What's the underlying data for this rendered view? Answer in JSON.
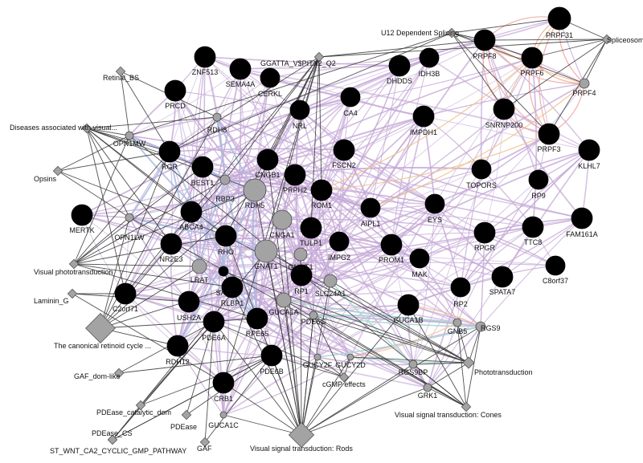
{
  "colors": {
    "background": "#ffffff",
    "query_gene": "#000000",
    "related_gene": "#a3a3a3",
    "function_node": "#a3a3a3",
    "edge_coexpression": "#c4a7d6",
    "edge_pathway": "#a9bde3",
    "edge_genetic": "#f2c28c",
    "edge_physical": "#f0a8a0",
    "edge_shared_domain": "#a8d7d3",
    "edge_annotation": "#333333"
  },
  "genes": [
    {
      "id": "prpf31",
      "label": "PRPF31",
      "kind": "query"
    },
    {
      "id": "prpf8",
      "label": "PRPF8",
      "kind": "query"
    },
    {
      "id": "prpf6",
      "label": "PRPF6",
      "kind": "query"
    },
    {
      "id": "prpf4",
      "label": "PRPF4",
      "kind": "related"
    },
    {
      "id": "snrnp200",
      "label": "SNRNP200",
      "kind": "query"
    },
    {
      "id": "prpf3",
      "label": "PRPF3",
      "kind": "query"
    },
    {
      "id": "klhl7",
      "label": "KLHL7",
      "kind": "query"
    },
    {
      "id": "idh3b",
      "label": "IDH3B",
      "kind": "query"
    },
    {
      "id": "dhdds",
      "label": "DHDDS",
      "kind": "query"
    },
    {
      "id": "znf513",
      "label": "ZNF513",
      "kind": "query"
    },
    {
      "id": "sema4a",
      "label": "SEMA4A",
      "kind": "query"
    },
    {
      "id": "cerkl",
      "label": "CERKL",
      "kind": "query"
    },
    {
      "id": "prcd",
      "label": "PRCD",
      "kind": "query"
    },
    {
      "id": "nrl",
      "label": "NRL",
      "kind": "query"
    },
    {
      "id": "ca4",
      "label": "CA4",
      "kind": "query"
    },
    {
      "id": "impdh1",
      "label": "IMPDH1",
      "kind": "query"
    },
    {
      "id": "topors",
      "label": "TOPORS",
      "kind": "query"
    },
    {
      "id": "rp9",
      "label": "RP9",
      "kind": "query"
    },
    {
      "id": "fam161a",
      "label": "FAM161A",
      "kind": "query"
    },
    {
      "id": "opn1mw",
      "label": "OPN1MW",
      "kind": "related"
    },
    {
      "id": "rdh8",
      "label": "RDH8",
      "kind": "related"
    },
    {
      "id": "rgr",
      "label": "RGR",
      "kind": "query"
    },
    {
      "id": "best1",
      "label": "BEST1",
      "kind": "query"
    },
    {
      "id": "rbp3",
      "label": "RBP3",
      "kind": "related"
    },
    {
      "id": "cngb1",
      "label": "CNGB1",
      "kind": "query"
    },
    {
      "id": "rdh5",
      "label": "RDH5",
      "kind": "related"
    },
    {
      "id": "fscn2",
      "label": "FSCN2",
      "kind": "query"
    },
    {
      "id": "prph2",
      "label": "PRPH2",
      "kind": "query"
    },
    {
      "id": "rom1",
      "label": "ROM1",
      "kind": "query"
    },
    {
      "id": "aipl1",
      "label": "AIPL1",
      "kind": "query"
    },
    {
      "id": "eys",
      "label": "EYS",
      "kind": "query"
    },
    {
      "id": "mertk",
      "label": "MERTK",
      "kind": "query"
    },
    {
      "id": "abca4",
      "label": "ABCA4",
      "kind": "query"
    },
    {
      "id": "opn1lw",
      "label": "OPN1LW",
      "kind": "related"
    },
    {
      "id": "cnga1",
      "label": "CNGA1",
      "kind": "related"
    },
    {
      "id": "tulp1",
      "label": "TULP1",
      "kind": "query"
    },
    {
      "id": "nr2e3",
      "label": "NR2E3",
      "kind": "query"
    },
    {
      "id": "rho",
      "label": "RHO",
      "kind": "query"
    },
    {
      "id": "gnat1",
      "label": "GNAT1",
      "kind": "related"
    },
    {
      "id": "gngt1",
      "label": "GNGT1",
      "kind": "related"
    },
    {
      "id": "impg2",
      "label": "IMPG2",
      "kind": "query"
    },
    {
      "id": "prom1",
      "label": "PROM1",
      "kind": "query"
    },
    {
      "id": "rpgr",
      "label": "RPGR",
      "kind": "query"
    },
    {
      "id": "ttc8",
      "label": "TTC8",
      "kind": "query"
    },
    {
      "id": "c8orf37",
      "label": "C8orf37",
      "kind": "query"
    },
    {
      "id": "lrat",
      "label": "LRAT",
      "kind": "related"
    },
    {
      "id": "sag",
      "label": "SAG",
      "kind": "query"
    },
    {
      "id": "mak",
      "label": "MAK",
      "kind": "query"
    },
    {
      "id": "spata7",
      "label": "SPATA7",
      "kind": "query"
    },
    {
      "id": "rp1",
      "label": "RP1",
      "kind": "query"
    },
    {
      "id": "slc24a1",
      "label": "SLC24A1",
      "kind": "related"
    },
    {
      "id": "rp2",
      "label": "RP2",
      "kind": "query"
    },
    {
      "id": "c2orf71",
      "label": "C2orf71",
      "kind": "query"
    },
    {
      "id": "rlbp1",
      "label": "RLBP1",
      "kind": "query"
    },
    {
      "id": "ush2a",
      "label": "USH2A",
      "kind": "query"
    },
    {
      "id": "guca1a",
      "label": "GUCA1A",
      "kind": "related"
    },
    {
      "id": "guca1b",
      "label": "GUCA1B",
      "kind": "query"
    },
    {
      "id": "pde6a",
      "label": "PDE6A",
      "kind": "query"
    },
    {
      "id": "rpe65",
      "label": "RPE65",
      "kind": "query"
    },
    {
      "id": "pde6g",
      "label": "PDE6G",
      "kind": "related"
    },
    {
      "id": "gnb5",
      "label": "GNB5",
      "kind": "related"
    },
    {
      "id": "rgs9",
      "label": "RGS9",
      "kind": "related"
    },
    {
      "id": "rdh12",
      "label": "RDH12",
      "kind": "query"
    },
    {
      "id": "pde6b",
      "label": "PDE6B",
      "kind": "query"
    },
    {
      "id": "gucy2f",
      "label": "GUCY2F",
      "kind": "related"
    },
    {
      "id": "gucy2d",
      "label": "GUCY2D",
      "kind": "related"
    },
    {
      "id": "rgs9bp",
      "label": "RGS9BP",
      "kind": "related"
    },
    {
      "id": "crb1",
      "label": "CRB1",
      "kind": "query"
    },
    {
      "id": "grk1",
      "label": "GRK1",
      "kind": "related"
    },
    {
      "id": "guca1c",
      "label": "GUCA1C",
      "kind": "related"
    }
  ],
  "functions": [
    {
      "id": "u12",
      "label": "U12 Dependent Splicing"
    },
    {
      "id": "spliceosome",
      "label": "Spliceosome"
    },
    {
      "id": "ggatta",
      "label": "GGATTA_V$PITX2_Q2"
    },
    {
      "id": "retinal_bs",
      "label": "Retinal_BS"
    },
    {
      "id": "diseases",
      "label": "Diseases associated with visual..."
    },
    {
      "id": "opsins",
      "label": "Opsins"
    },
    {
      "id": "vis_photo",
      "label": "Visual phototransduction"
    },
    {
      "id": "laminin",
      "label": "Laminin_G"
    },
    {
      "id": "retinoid",
      "label": "The canonical retinoid cycle ..."
    },
    {
      "id": "gaf_dom",
      "label": "GAF_dom-like"
    },
    {
      "id": "pdease_cat",
      "label": "PDEase_catalytic_dom"
    },
    {
      "id": "pdease",
      "label": "PDEase"
    },
    {
      "id": "pdease_cs",
      "label": "PDEase_CS"
    },
    {
      "id": "st_wnt",
      "label": "ST_WNT_CA2_CYCLIC_GMP_PATHWAY"
    },
    {
      "id": "gaf",
      "label": "GAF"
    },
    {
      "id": "rods",
      "label": "Visual signal transduction: Rods"
    },
    {
      "id": "cgmp",
      "label": "cGMP effects"
    },
    {
      "id": "phototransduction",
      "label": "Phototransduction"
    },
    {
      "id": "cones",
      "label": "Visual signal transduction: Cones"
    }
  ],
  "links": {
    "physical": [
      [
        "prpf31",
        "prpf8"
      ],
      [
        "prpf31",
        "prpf6"
      ],
      [
        "prpf8",
        "prpf6"
      ],
      [
        "prpf8",
        "prpf3"
      ],
      [
        "prpf6",
        "prpf3"
      ],
      [
        "prpf31",
        "prpf3"
      ],
      [
        "prpf8",
        "snrnp200"
      ],
      [
        "prpf6",
        "prpf4"
      ],
      [
        "prpf3",
        "prpf4"
      ],
      [
        "prpf31",
        "prpf4"
      ],
      [
        "snrnp200",
        "prpf3"
      ],
      [
        "prpf8",
        "prpf4"
      ]
    ],
    "genetic": [
      [
        "prpf8",
        "prpf4"
      ],
      [
        "prpf31",
        "prpf6"
      ],
      [
        "prpf6",
        "snrnp200"
      ],
      [
        "rom1",
        "prpf3"
      ],
      [
        "rom1",
        "prpf6"
      ],
      [
        "aipl1",
        "prpf4"
      ],
      [
        "gucy2d",
        "gnb5"
      ],
      [
        "rgs9",
        "guca1b"
      ]
    ],
    "pathway": [
      [
        "rgr",
        "rdh5"
      ],
      [
        "best1",
        "rdh5"
      ],
      [
        "opn1mw",
        "rho"
      ],
      [
        "rdh8",
        "rdh5"
      ],
      [
        "rbp3",
        "lrat"
      ],
      [
        "rgr",
        "lrat"
      ],
      [
        "rdh5",
        "rpe65"
      ],
      [
        "lrat",
        "rpe65"
      ],
      [
        "opn1lw",
        "rho"
      ],
      [
        "rho",
        "sag"
      ],
      [
        "rho",
        "gnat1"
      ],
      [
        "rgr",
        "rpe65"
      ],
      [
        "rdh8",
        "rpe65"
      ],
      [
        "rdh12",
        "rdh5"
      ],
      [
        "rlbp1",
        "rpe65"
      ],
      [
        "abca4",
        "rdh5"
      ],
      [
        "opn1mw",
        "rgr"
      ],
      [
        "opn1lw",
        "rgr"
      ]
    ],
    "shared_domain": [
      [
        "pde6g",
        "rgs9"
      ],
      [
        "gucy2f",
        "rgs9"
      ],
      [
        "gnb5",
        "pde6g"
      ],
      [
        "slc24a1",
        "rgs9bp"
      ],
      [
        "gucy2d",
        "phototransduction"
      ],
      [
        "guca1a",
        "gnb5"
      ]
    ]
  }
}
